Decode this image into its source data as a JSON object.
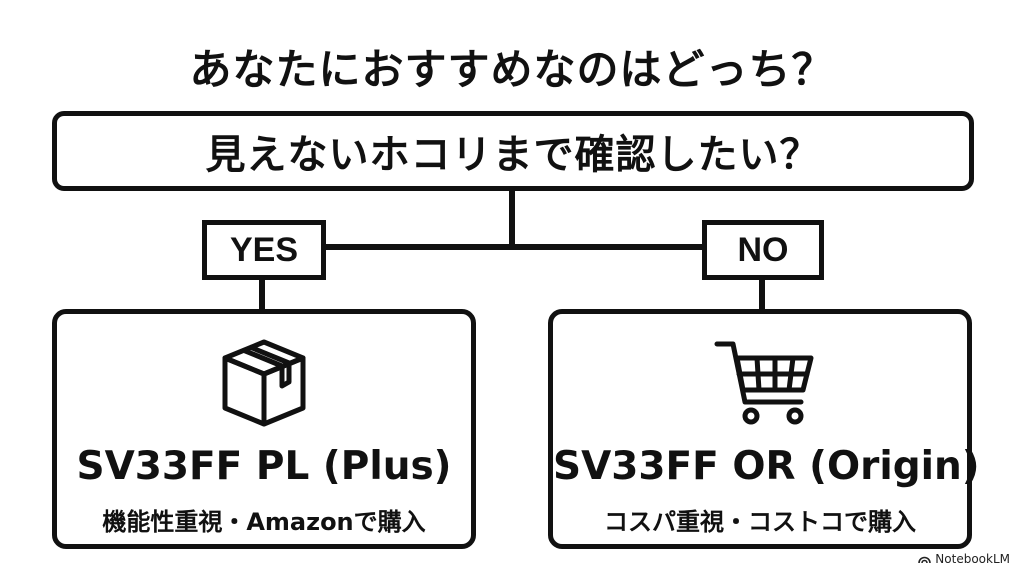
{
  "title": "あなたにおすすめなのはどっち？",
  "question": "見えないホコリまで確認したい？",
  "branches": {
    "yes": {
      "label": "YES",
      "icon": "box-icon",
      "product": "SV33FF PL (Plus)",
      "detail": "機能性重視・Amazonで購入"
    },
    "no": {
      "label": "NO",
      "icon": "shopping-cart-icon",
      "product": "SV33FF OR (Origin)",
      "detail": "コスパ重視・コストコで購入"
    }
  },
  "watermark": "NotebookLM",
  "colors": {
    "ink": "#111111",
    "background": "#ffffff"
  }
}
